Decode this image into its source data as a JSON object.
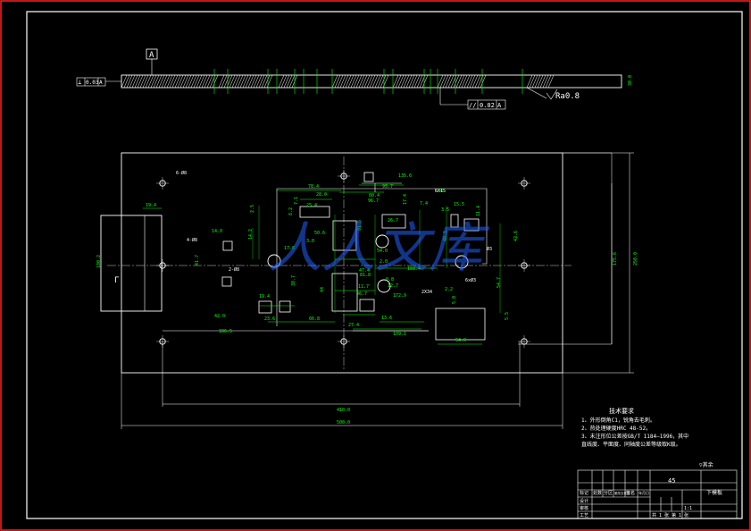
{
  "colors": {
    "background": "#000000",
    "outline": "#ffffff",
    "dimension": "#00ff00",
    "hatch": "#ffffff",
    "border_red": "#ff2020",
    "watermark": "#2060ff",
    "center_line": "#ffffff"
  },
  "side_view": {
    "datum_letter": "A",
    "left_tolerance_box": [
      "⊥",
      "0.03",
      "A"
    ],
    "parallel_tolerance_box": [
      "//",
      "0.02",
      "A"
    ],
    "roughness": "Ra0.8",
    "thickness": "30.0"
  },
  "plan_view": {
    "labels": {
      "hole_top_left": "6-Ø8",
      "hole_left": "4-Ø8",
      "hole_left_lower": "2-Ø8",
      "hole_right": "Ø3",
      "hole_right_lower": "6xØ3",
      "mid_6x15": "6X15",
      "mid_2x34": "2X34",
      "note_a": "Г"
    },
    "dimensions": {
      "d1": "19.4",
      "d2": "100.2",
      "d3": "41.7",
      "d4": "14.0",
      "d5": "14.2",
      "d6": "2.5",
      "d7": "38.7",
      "d8": "17.6",
      "d9": "42.0",
      "d10": "19.4",
      "d11": "23.6",
      "d12": "66.8",
      "d13": "106.5",
      "d14": "78.4",
      "d15": "28.0",
      "d16": "25.4",
      "d17": "8.2",
      "d18": "7.1",
      "d19": "3.0",
      "d20": "50.6",
      "d21": "81.5",
      "d22": "96.7",
      "d23": "80.4",
      "d24": "95.7",
      "d25": "135.6",
      "d26": "6X45",
      "d27": "26.7",
      "d28": "7.4",
      "d29": "15.5",
      "d30": "11.4",
      "d31": "3.5",
      "d32": "48.1",
      "d33": "42.6",
      "d34": "17.4",
      "d35": "47.4",
      "d36": "2.0",
      "d37": "168.4",
      "d38": "11.7",
      "d39": "46.7",
      "d40": "0.8",
      "d41": "12.7",
      "d42": "172.9",
      "d43": "27.4",
      "d44": "13.6",
      "d45": "139.1",
      "d46": "2.2",
      "d47": "5.0",
      "d48": "54.7",
      "d49": "5.5",
      "d50": "54.0",
      "d51": "175.6",
      "d52": "250.0",
      "d53": "410.0",
      "d54": "500.0",
      "d55": "44",
      "d56": "81.8",
      "d57": "54.0"
    }
  },
  "notes": {
    "title": "技术要求",
    "items": [
      "1、外形倒角C1，锐角去毛刺。",
      "2、热处理硬度HRC 48-52。",
      "3、未注形位公差按GB/T 1184—1996，其中",
      "直线度、平面度、同轴度公差等级取K级。"
    ]
  },
  "roughness_corner": "▽其余",
  "title_block": {
    "material": "45",
    "part_name": "下模板",
    "scale_note": "1:1",
    "sheet_info": "共 1 张  第 1 张",
    "rows": [
      "标记",
      "处数",
      "分区",
      "更改文件号",
      "签名",
      "年月日"
    ],
    "roles": [
      "设计",
      "审核",
      "工艺"
    ]
  },
  "watermark": "人人文库"
}
